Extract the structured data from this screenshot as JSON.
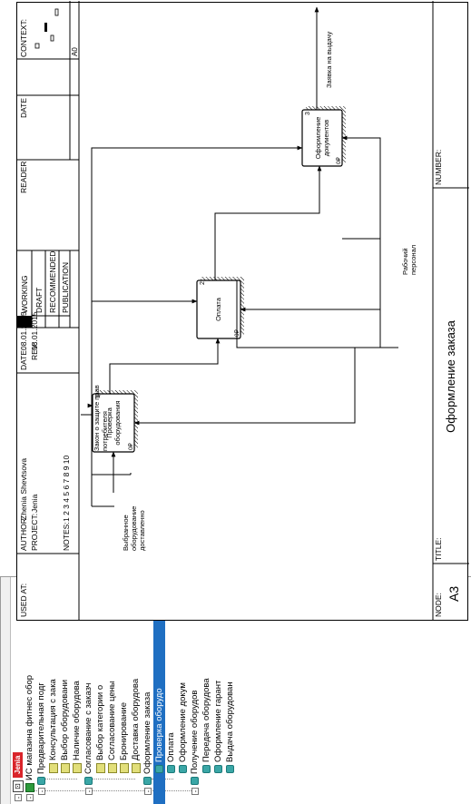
{
  "header": {
    "used_at": "USED AT:",
    "author_label": "AUTHOR:",
    "author": "Zhenia Shevtsova",
    "project_label": "PROJECT:",
    "project": "Jenia",
    "date_label": "DATE:",
    "date": "08.01.2015",
    "rev_label": "REV:",
    "rev": "08.01.2015",
    "notes_label": "NOTES:",
    "notes": "1  2  3  4  5  6  7  8  9  10",
    "status": [
      "WORKING",
      "DRAFT",
      "RECOMMENDED",
      "PUBLICATION"
    ],
    "reader": "READER",
    "date_col": "DATE",
    "context": "CONTEXT:",
    "context_node": "A0"
  },
  "footer": {
    "node_label": "NODE:",
    "node": "A3",
    "title_label": "TITLE:",
    "title": "Оформление заказа",
    "number_label": "NUMBER:"
  },
  "diagram": {
    "boxes": [
      {
        "label": "Проверка оборудования",
        "number": "1",
        "cost": "0₽"
      },
      {
        "label": "Оплата",
        "number": "2",
        "cost": "0₽"
      },
      {
        "label": "Оформление документов",
        "number": "3",
        "cost": "0₽"
      }
    ],
    "arrows": {
      "input": "Выбранное оборудование доставленно",
      "control": "Закон о защите прав потребителя",
      "mechanism": "Рабочий персонал",
      "output": "Заявка на выдачу"
    }
  },
  "explorer": {
    "workspace": "Jenia",
    "root": "ИС магазина фитнес обор",
    "items": [
      {
        "label": "Предварительная подг",
        "level": 1,
        "icon": "process-icon",
        "expand": "-"
      },
      {
        "label": "Консультация с зака",
        "level": 2,
        "icon": "idef-icon"
      },
      {
        "label": "Выбор оборудовани",
        "level": 2,
        "icon": "idef-icon"
      },
      {
        "label": "Наличие оборудова",
        "level": 2,
        "icon": "idef-icon"
      },
      {
        "label": "Согласование с заказч",
        "level": 1,
        "icon": "process-icon",
        "expand": "-"
      },
      {
        "label": "Выбор категории о",
        "level": 2,
        "icon": "idef-icon"
      },
      {
        "label": "Согласование цены",
        "level": 2,
        "icon": "idef-icon"
      },
      {
        "label": "Бронирование",
        "level": 2,
        "icon": "idef-icon"
      },
      {
        "label": "Доставка оборудова",
        "level": 2,
        "icon": "idef-icon"
      },
      {
        "label": "Оформление заказа",
        "level": 1,
        "icon": "process-icon",
        "expand": "-"
      },
      {
        "label": "Проверка оборудо",
        "level": 2,
        "icon": "process-icon",
        "selected": true
      },
      {
        "label": "Оплата",
        "level": 2,
        "icon": "process-icon"
      },
      {
        "label": "Оформление докум",
        "level": 2,
        "icon": "process-icon"
      },
      {
        "label": "Получение оборудов",
        "level": 1,
        "icon": "process-icon",
        "expand": "-"
      },
      {
        "label": "Передача оборудова",
        "level": 2,
        "icon": "process-icon"
      },
      {
        "label": "Оформление гарант",
        "level": 2,
        "icon": "process-icon"
      },
      {
        "label": "Выдача оборудован",
        "level": 2,
        "icon": "process-icon"
      }
    ]
  }
}
